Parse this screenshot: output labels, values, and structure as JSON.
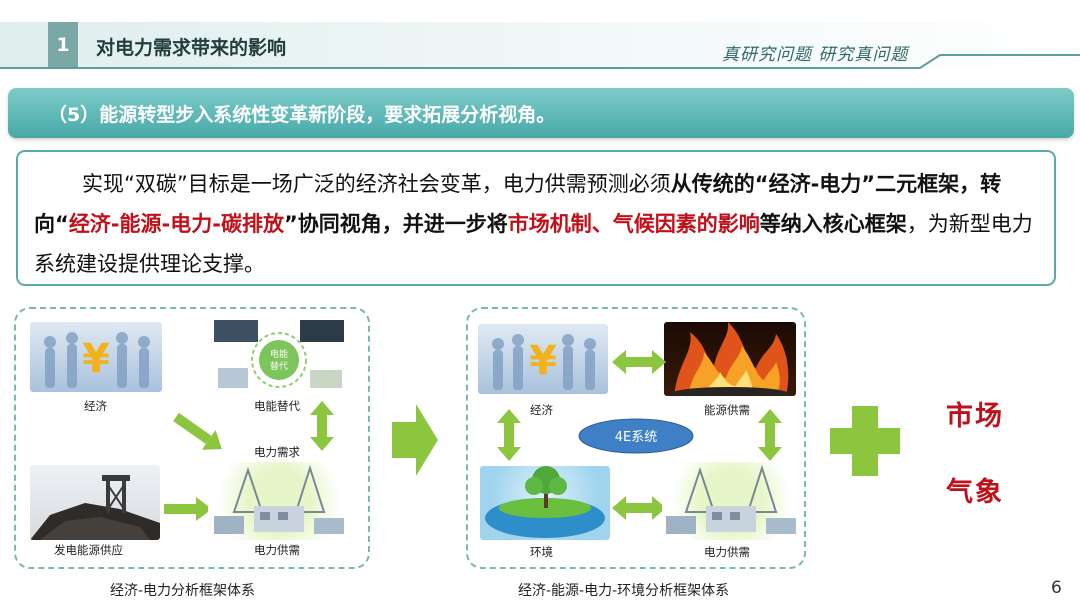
{
  "header": {
    "section_number": "1",
    "section_title": "对电力需求带来的影响",
    "tagline": "真研究问题  研究真问题"
  },
  "banner": {
    "text": "（5）能源转型步入系统性变革新阶段，要求拓展分析视角。"
  },
  "paragraph": {
    "p1": "实现“双碳”目标是一场广泛的经济社会变革，电力供需预测必须",
    "p2": "从传统的“经济-电力”二元框架，转向“",
    "p3": "经济-能源-电力-碳排放",
    "p4": "”协同视角，并进一步将",
    "p5": "市场机制、气候因素的影响",
    "p6": "等纳入核心框架",
    "p7": "，为新型电力系统建设提供理论支撑。"
  },
  "diagram_left": {
    "labels": {
      "economy": "经济",
      "substitution": "电能替代",
      "demand": "电力需求",
      "energy_supply": "发电能源供应",
      "supply_demand": "电力供需"
    },
    "bubble_text": "电能替代",
    "caption": "经济-电力分析框架体系"
  },
  "diagram_right": {
    "labels": {
      "economy": "经济",
      "energy": "能源供需",
      "environment": "环境",
      "supply_demand": "电力供需"
    },
    "center": "4E系统",
    "caption": "经济-能源-电力-环境分析框架体系"
  },
  "side_terms": {
    "market": "市场",
    "climate": "气象"
  },
  "page_number": "6",
  "colors": {
    "teal": "#5aaaa8",
    "red": "#c0111b",
    "arrow_green": "#8cc63f"
  }
}
